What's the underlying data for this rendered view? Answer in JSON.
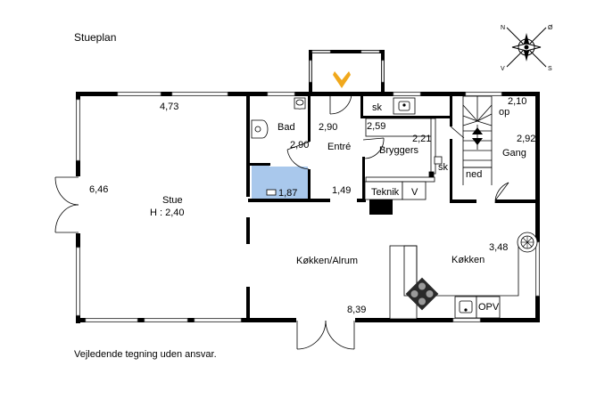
{
  "title": "Stueplan",
  "disclaimer": "Vejledende tegning uden ansvar.",
  "compass": {
    "n": "N",
    "e": "Ø",
    "s": "S",
    "w": "V"
  },
  "colors": {
    "wall": "#000000",
    "bath_fill": "#a9c8ec",
    "entry_arrow": "#f0a81c",
    "window": "#bfbfbf"
  },
  "rooms": {
    "stue": {
      "name": "Stue",
      "height": "H : 2,40",
      "width": "4,73",
      "depth": "6,46"
    },
    "bad": {
      "name": "Bad",
      "dim_a": "2,90",
      "dim_b": "1,87"
    },
    "entre": {
      "name": "Entré",
      "dim_a": "2,90",
      "dim_b": "1,49"
    },
    "bryggers": {
      "name": "Bryggers",
      "dim_a": "2,59",
      "dim_b": "2,21",
      "sk_top": "sk",
      "sk_side": "sk"
    },
    "teknik": {
      "name": "Teknik",
      "v": "V"
    },
    "gang": {
      "name": "Gang",
      "dim_a": "2,10",
      "dim_b": "2,92",
      "op": "op",
      "ned": "ned"
    },
    "kokken_alrum": {
      "name": "Køkken/Alrum",
      "dim": "8,39"
    },
    "kokken": {
      "name": "Køkken",
      "dim": "3,48",
      "opv": "OPV"
    }
  }
}
